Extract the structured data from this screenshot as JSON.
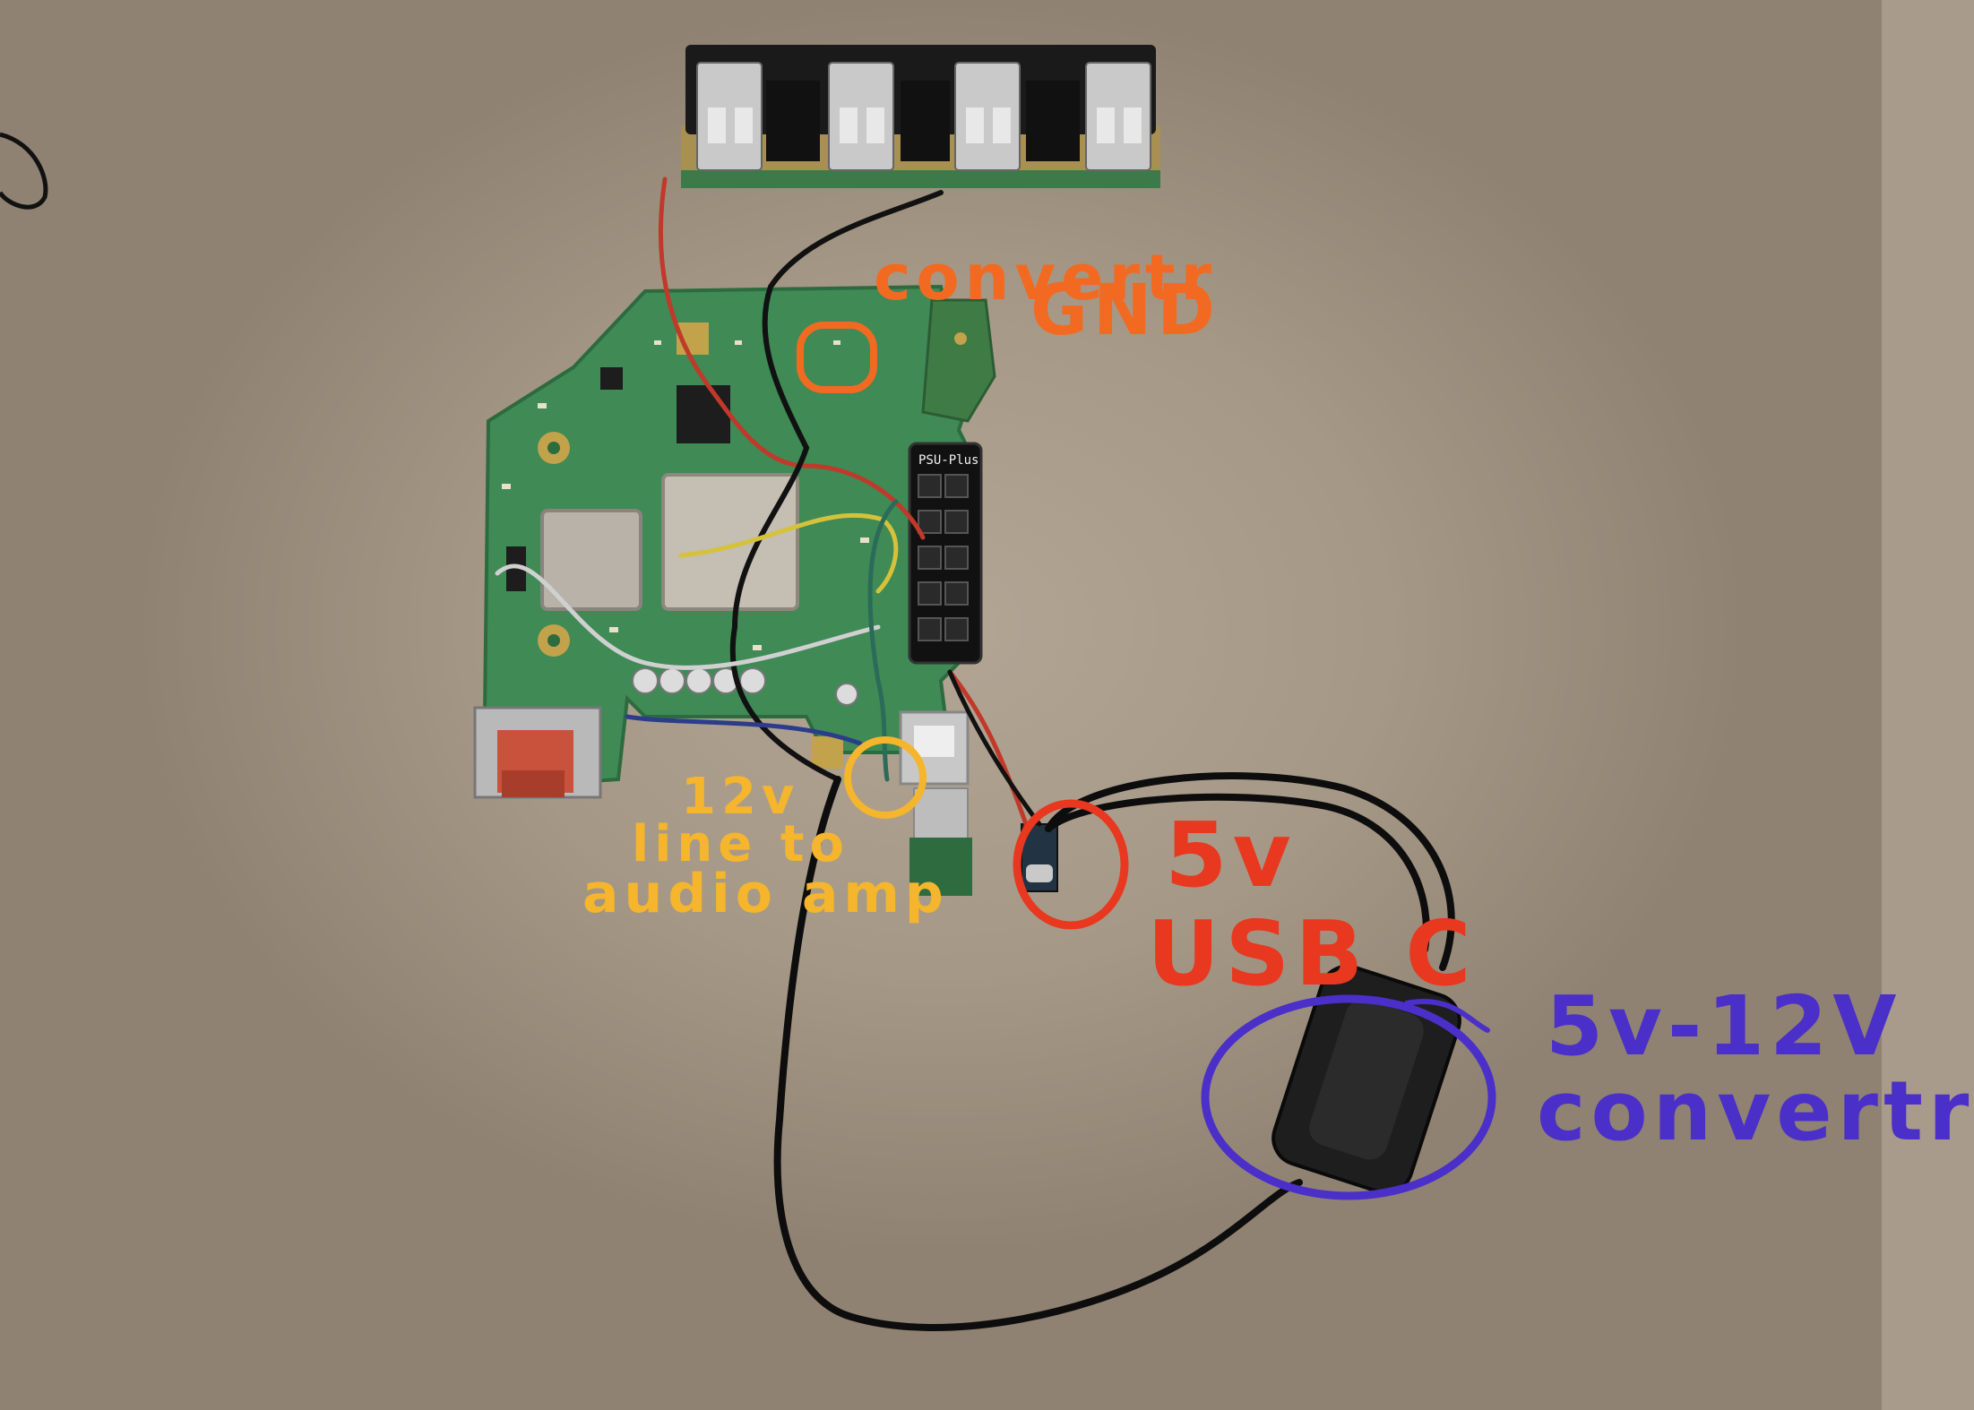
{
  "image": {
    "background_color": "#a89b8c"
  },
  "annotations": {
    "converter_gnd": {
      "line1": "convertr",
      "line2": "GND",
      "color": "#f26a21"
    },
    "amp_line": {
      "line1": "12v",
      "line2": "line to",
      "line3": "audio amp",
      "color": "#f5b52c"
    },
    "usb_c": {
      "line1": "5v",
      "line2": "USB C",
      "color": "#e8381f"
    },
    "boost_converter": {
      "line1": "5v-12V",
      "line2": "convertr",
      "color": "#4b2fc9"
    }
  },
  "pcb_silkscreen": {
    "psu_module": "PSU-Plus"
  }
}
